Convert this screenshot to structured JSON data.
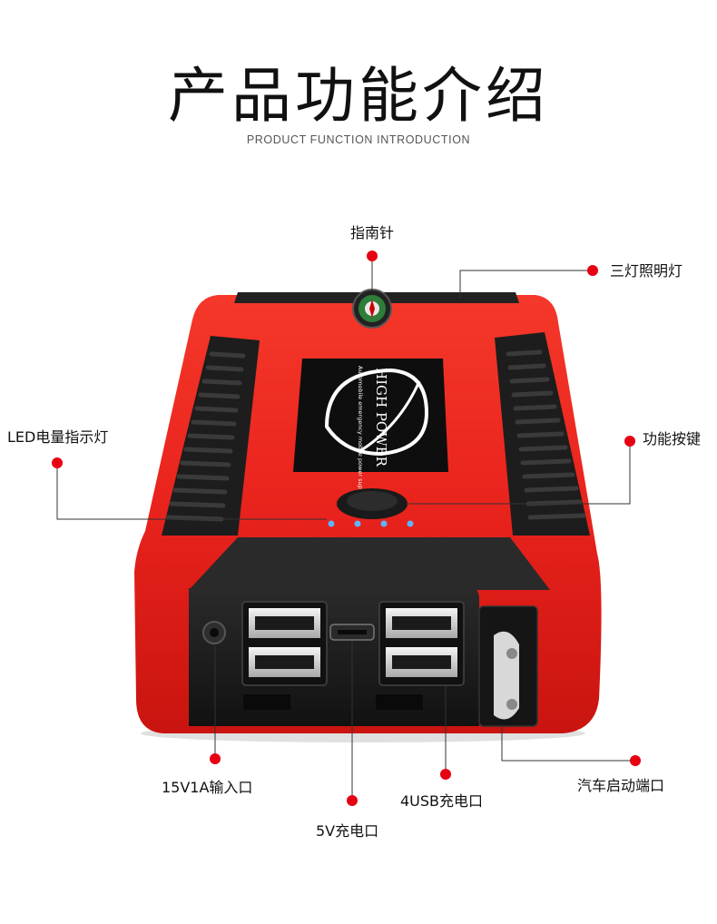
{
  "header": {
    "title": "产品功能介绍",
    "subtitle": "PRODUCT FUNCTION INTRODUCTION"
  },
  "product": {
    "logo_text": "HIGH POWER",
    "logo_subtext": "Automobile emergency mobile power supply",
    "body_color": "#e8221c",
    "rubber_color": "#1c1c1c",
    "pointer_color": "#e60012"
  },
  "callouts": {
    "compass": "指南针",
    "lights": "三灯照明灯",
    "led_indicator": "LED电量指示灯",
    "function_button": "功能按键",
    "input_port": "15V1A输入口",
    "micro_usb": "5V充电口",
    "usb_ports": "4USB充电口",
    "car_start_port": "汽车启动端口"
  }
}
